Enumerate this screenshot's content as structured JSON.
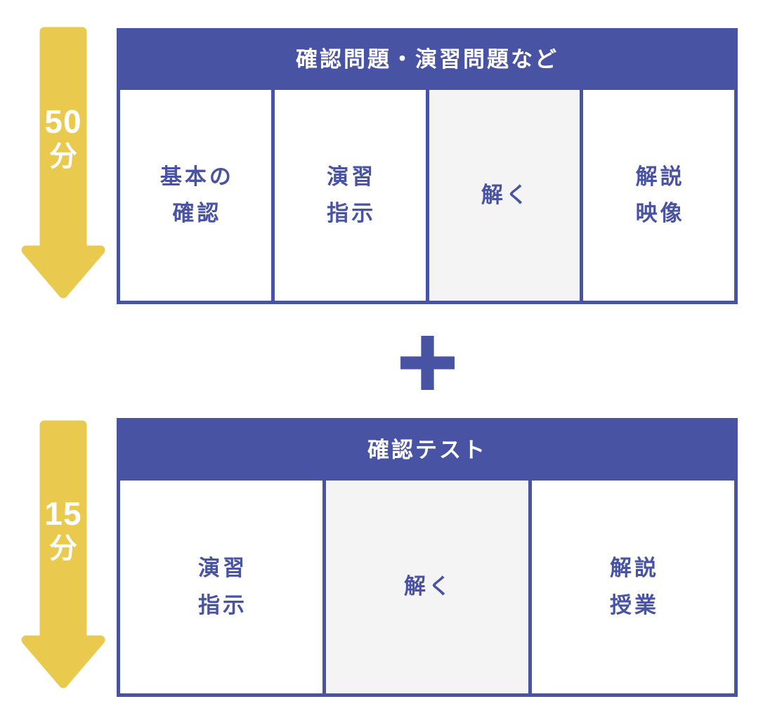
{
  "colors": {
    "blue": "#4953A3",
    "yellow": "#EAC94F",
    "gray_cell": "#F4F4F5",
    "white": "#FFFFFF"
  },
  "icons": {
    "arrow_down": "down-arrow-icon",
    "plus": "plus-icon"
  },
  "section_top": {
    "duration": "50",
    "duration_unit": "分",
    "table": {
      "header": "確認問題・演習問題など",
      "cells": [
        {
          "lines": [
            "基本の",
            "確認"
          ],
          "highlighted": false
        },
        {
          "lines": [
            "演習",
            "指示"
          ],
          "highlighted": false
        },
        {
          "lines": [
            "解く"
          ],
          "highlighted": true
        },
        {
          "lines": [
            "解説",
            "映像"
          ],
          "highlighted": false
        }
      ]
    }
  },
  "section_bottom": {
    "duration": "15",
    "duration_unit": "分",
    "table": {
      "header": "確認テスト",
      "cells": [
        {
          "lines": [
            "演習",
            "指示"
          ],
          "highlighted": false
        },
        {
          "lines": [
            "解く"
          ],
          "highlighted": true
        },
        {
          "lines": [
            "解説",
            "授業"
          ],
          "highlighted": false
        }
      ]
    }
  }
}
